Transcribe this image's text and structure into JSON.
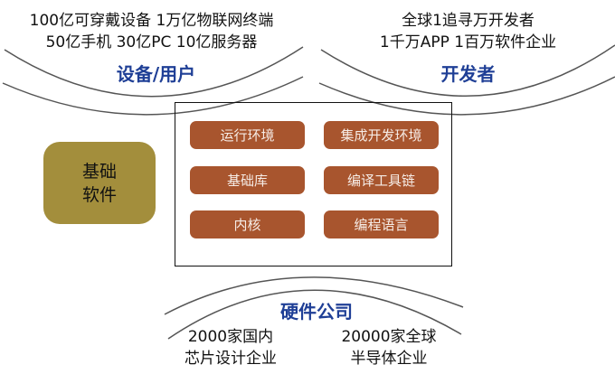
{
  "devices": {
    "line1": "100亿可穿戴设备 1万亿物联网终端",
    "line2": "50亿手机 30亿PC 10亿服务器",
    "title": "设备/用户"
  },
  "developers": {
    "line1": "全球1追寻万开发者",
    "line2": "1千万APP 1百万软件企业",
    "title": "开发者"
  },
  "base": {
    "line1": "基础",
    "line2": "软件"
  },
  "modules": [
    "运行环境",
    "集成开发环境",
    "基础库",
    "编译工具链",
    "内核",
    "编程语言"
  ],
  "hardware": {
    "title": "硬件公司",
    "left1": "2000家国内",
    "left2": "芯片设计企业",
    "right1": "20000家全球",
    "right2": "半导体企业"
  }
}
